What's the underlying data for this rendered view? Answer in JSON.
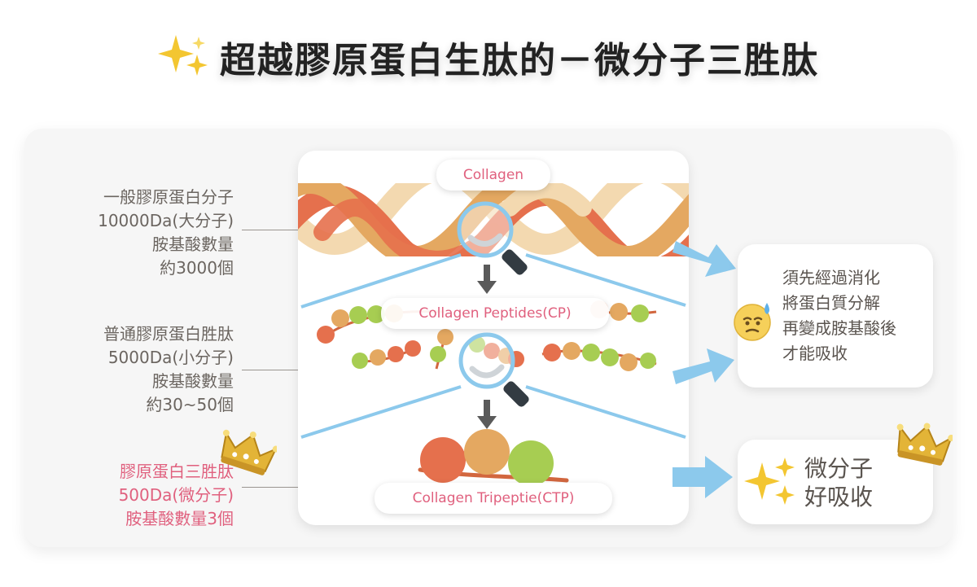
{
  "title": "超越膠原蛋白生肽的－微分子三胜肽",
  "left_labels": {
    "collagen": [
      "一般膠原蛋白分子",
      "10000Da(大分子)",
      "胺基酸數量",
      "約3000個"
    ],
    "peptides": [
      "普通膠原蛋白胜肽",
      "5000Da(小分子)",
      "胺基酸數量",
      "約30~50個"
    ],
    "tripeptide": [
      "膠原蛋白三胜肽",
      "500Da(微分子)",
      "胺基酸數量3個"
    ]
  },
  "stages": {
    "collagen": "Collagen",
    "peptides": "Collagen Peptides(CP)",
    "tripeptide": "Collagen Tripeptie(CTP)"
  },
  "info": [
    "須先經過消化",
    "將蛋白質分解",
    "再變成胺基酸後",
    "才能吸收"
  ],
  "result": [
    "微分子",
    "好吸收"
  ],
  "icons": {
    "title": "sparkle-icon",
    "info": "worried-face-icon",
    "result": "sparkle-icon",
    "highlight": "crown-icon",
    "stage": "magnifier-icon",
    "flow": "arrow-down-icon",
    "pointer": "arrow-right-icon"
  },
  "colors": {
    "pink": "#e0607e",
    "sky_blue": "#8cc9ec",
    "gold": "#f3c631",
    "bead_red": "#e5704d",
    "bead_tan": "#e4a861",
    "bead_green": "#a7cd52"
  }
}
